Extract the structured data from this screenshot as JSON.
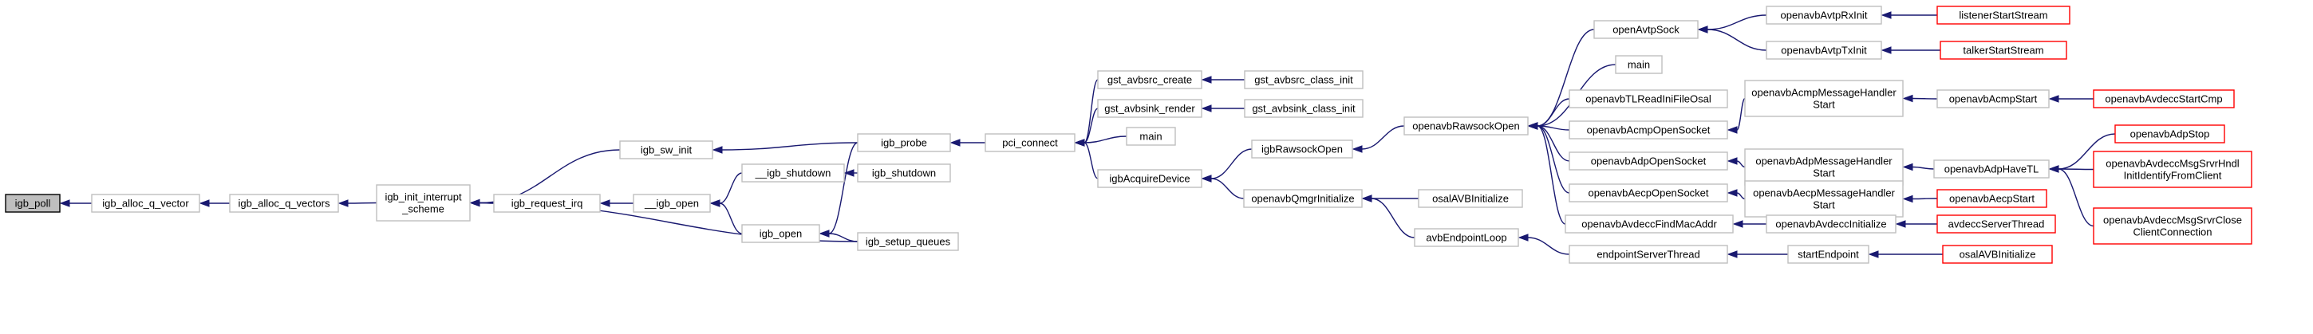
{
  "colors": {
    "edge": "#191970",
    "node_border": "#bfbfbf",
    "root_fill": "#bfbfbf",
    "root_border": "#000000",
    "truncated_border": "#ff0000",
    "fill": "#ffffff"
  },
  "nodes": {
    "igb_poll": [
      "igb_poll"
    ],
    "igb_alloc_q_vector": [
      "igb_alloc_q_vector"
    ],
    "igb_alloc_q_vectors": [
      "igb_alloc_q_vectors"
    ],
    "igb_init_interrupt_scheme": [
      "igb_init_interrupt",
      "_scheme"
    ],
    "igb_sw_init": [
      "igb_sw_init"
    ],
    "igb_request_irq": [
      "igb_request_irq"
    ],
    "__igb_open": [
      "__igb_open"
    ],
    "__igb_shutdown": [
      "__igb_shutdown"
    ],
    "igb_open": [
      "igb_open"
    ],
    "igb_probe": [
      "igb_probe"
    ],
    "igb_shutdown": [
      "igb_shutdown"
    ],
    "igb_setup_queues": [
      "igb_setup_queues"
    ],
    "pci_connect": [
      "pci_connect"
    ],
    "gst_avbsrc_create": [
      "gst_avbsrc_create"
    ],
    "gst_avbsink_render": [
      "gst_avbsink_render"
    ],
    "main_1": [
      "main"
    ],
    "igbAcquireDevice": [
      "igbAcquireDevice"
    ],
    "gst_avbsrc_class_init": [
      "gst_avbsrc_class_init"
    ],
    "gst_avbsink_class_init": [
      "gst_avbsink_class_init"
    ],
    "igbRawsockOpen": [
      "igbRawsockOpen"
    ],
    "openavbQmgrInitialize": [
      "openavbQmgrInitialize"
    ],
    "osalAVBInitialize_1": [
      "osalAVBInitialize"
    ],
    "avbEndpointLoop": [
      "avbEndpointLoop"
    ],
    "openavbRawsockOpen": [
      "openavbRawsockOpen"
    ],
    "openAvtpSock": [
      "openAvtpSock"
    ],
    "main_2": [
      "main"
    ],
    "openavbTLReadIniFileOsal": [
      "openavbTLReadIniFileOsal"
    ],
    "openavbAcmpOpenSocket": [
      "openavbAcmpOpenSocket"
    ],
    "openavbAdpOpenSocket": [
      "openavbAdpOpenSocket"
    ],
    "openavbAecpOpenSocket": [
      "openavbAecpOpenSocket"
    ],
    "openavbAvdeccFindMacAddr": [
      "openavbAvdeccFindMacAddr"
    ],
    "endpointServerThread": [
      "endpointServerThread"
    ],
    "openavbAvtpRxInit": [
      "openavbAvtpRxInit"
    ],
    "openavbAvtpTxInit": [
      "openavbAvtpTxInit"
    ],
    "openavbAcmpMessageHandlerStart": [
      "openavbAcmpMessageHandler",
      "Start"
    ],
    "openavbAdpMessageHandlerStart": [
      "openavbAdpMessageHandler",
      "Start"
    ],
    "openavbAecpMessageHandlerStart": [
      "openavbAecpMessageHandler",
      "Start"
    ],
    "openavbAvdeccInitialize": [
      "openavbAvdeccInitialize"
    ],
    "startEndpoint": [
      "startEndpoint"
    ],
    "listenerStartStream": [
      "listenerStartStream"
    ],
    "talkerStartStream": [
      "talkerStartStream"
    ],
    "openavbAcmpStart": [
      "openavbAcmpStart"
    ],
    "openavbAdpHaveTL": [
      "openavbAdpHaveTL"
    ],
    "openavbAecpStart": [
      "openavbAecpStart"
    ],
    "avdeccServerThread": [
      "avdeccServerThread"
    ],
    "osalAVBInitialize_2": [
      "osalAVBInitialize"
    ],
    "openavbAvdeccStartCmp": [
      "openavbAvdeccStartCmp"
    ],
    "openavbAdpStop": [
      "openavbAdpStop"
    ],
    "openavbAvdeccMsgSrvrHndlInitIdentifyFromClient": [
      "openavbAvdeccMsgSrvrHndl",
      "InitIdentifyFromClient"
    ],
    "openavbAvdeccMsgSrvrCloseClientConnection": [
      "openavbAvdeccMsgSrvrClose",
      "ClientConnection"
    ]
  }
}
